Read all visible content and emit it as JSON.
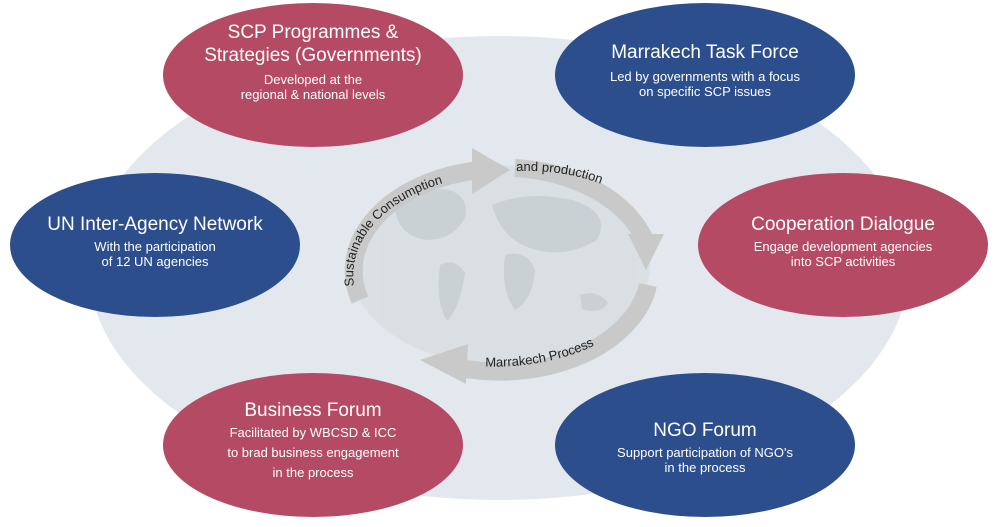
{
  "colors": {
    "red": "#b54a64",
    "blue": "#2c4e8c",
    "background_ellipse": "#e3e8ee",
    "arrow": "#c9c9c9",
    "center_text": "#222222"
  },
  "center": {
    "label_top_left": "Sustainable Consumption",
    "label_top_right": "and production",
    "label_bottom": "Marrakech Process"
  },
  "nodes": [
    {
      "id": "scp-programmes",
      "color": "red",
      "title": [
        "SCP Programmes &",
        "Strategies (Governments)"
      ],
      "body": [
        "Developed at the",
        "regional & national levels"
      ]
    },
    {
      "id": "marrakech-task-force",
      "color": "blue",
      "title": [
        "Marrakech Task Force"
      ],
      "body": [
        "Led by governments with a focus",
        "on specific SCP issues"
      ]
    },
    {
      "id": "un-inter-agency",
      "color": "blue",
      "title": [
        "UN Inter-Agency Network"
      ],
      "body": [
        "With the participation",
        "of 12 UN agencies"
      ]
    },
    {
      "id": "cooperation-dialogue",
      "color": "red",
      "title": [
        "Cooperation Dialogue"
      ],
      "body": [
        "Engage development agencies",
        "into SCP activities"
      ]
    },
    {
      "id": "business-forum",
      "color": "red",
      "title": [
        "Business Forum"
      ],
      "body": [
        "Facilitated by WBCSD & ICC",
        "to brad business engagement",
        "in the process"
      ]
    },
    {
      "id": "ngo-forum",
      "color": "blue",
      "title": [
        "NGO Forum"
      ],
      "body": [
        "Support participation of NGO's",
        "in the process"
      ]
    }
  ]
}
